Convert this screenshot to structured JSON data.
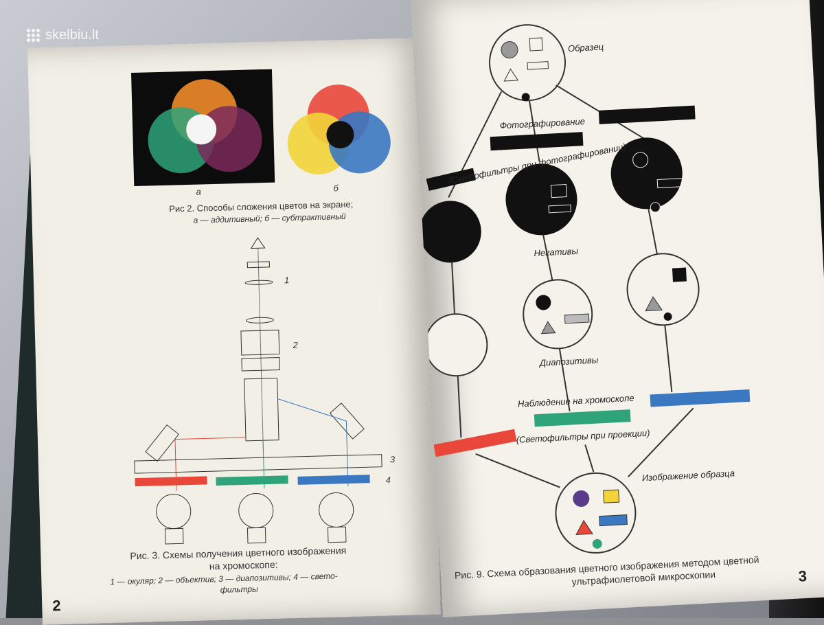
{
  "watermark": {
    "text": "skelbiu.lt"
  },
  "left_page": {
    "fig2": {
      "label_a": "а",
      "label_b": "б",
      "caption_line1": "Рис 2. Способы сложения цветов на экране;",
      "caption_line2": "а — аддитивный; б — субтрактивный"
    },
    "fig3": {
      "num1": "1",
      "num2": "2",
      "num3": "3",
      "num4": "4",
      "caption_line1": "Рис. 3. Схемы получения цветного изображения",
      "caption_line2": "на хромоскопе:",
      "caption_line3": "1 — окуляр; 2 — объектив; 3 — диапозитивы; 4 — свето-",
      "caption_line4": "фильтры"
    },
    "page_number": "2"
  },
  "right_page": {
    "labels": {
      "sample": "Образец",
      "photographing": "Фотографирование",
      "filters_photo": "(Светофильтры при фотографировании)",
      "negatives": "Негативы",
      "diapositives": "Диапозитивы",
      "observation": "Наблюдение на хромоскопе",
      "filters_projection": "(Светофильтры при проекции)",
      "sample_image": "Изображение образца"
    },
    "caption_line1": "Рис. 9. Схема образования цветного изображения методом цветной",
    "caption_line2": "ультрафиолетовой микроскопии",
    "page_number": "3"
  },
  "colors": {
    "red": "#e8473a",
    "green": "#2fa37a",
    "blue": "#3a78c2",
    "orange": "#f08a2a",
    "yellow": "#f2d43a",
    "purple": "#5a3b8a"
  }
}
